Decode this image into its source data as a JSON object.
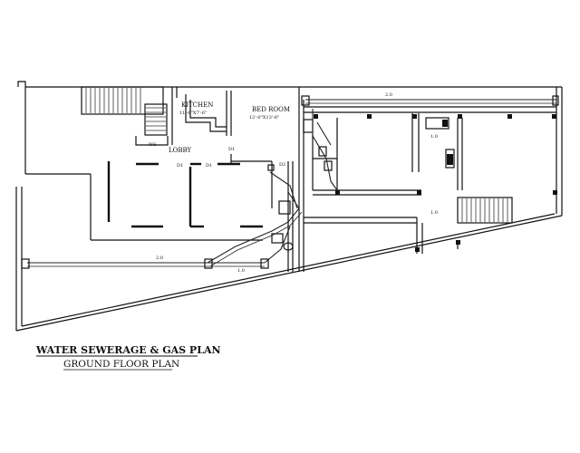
{
  "rooms": {
    "kitchen": "KITCHEN",
    "kitchen_size": "11'-6\"X7'-6\"",
    "bed_room": "BED ROOM",
    "bed_room_size": "12'-0\"X13'-6\"",
    "lobby": "LOBBY",
    "ws": "WS"
  },
  "doors": {
    "d1_a": "D1",
    "d1_b": "D1",
    "d1_c": "D1",
    "d2": "D2"
  },
  "pipe_notes": {
    "top": "2.0",
    "bottom": "2.0",
    "right_a": "1.0",
    "right_b": "1.0",
    "mid": "1.0"
  },
  "titles": {
    "main": "WATER SEWERAGE & GAS PLAN",
    "sub": "GROUND FLOOR PLAN"
  }
}
